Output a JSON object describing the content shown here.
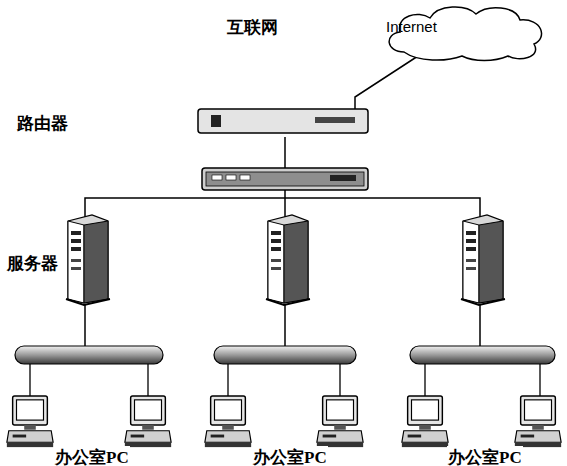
{
  "diagram": {
    "nodes": [
      {
        "text": [
          "Internet"
        ]
      },
      {
        "text": [
          "路由器"
        ]
      }
    ],
    "edges": [
      {
        "from": 1,
        "to": 0,
        "arrow": "none"
      }
    ],
    "labels": [
      "互联网",
      "服务器",
      "办公室PC",
      "办公室PC",
      "办公室PC"
    ]
  }
}
